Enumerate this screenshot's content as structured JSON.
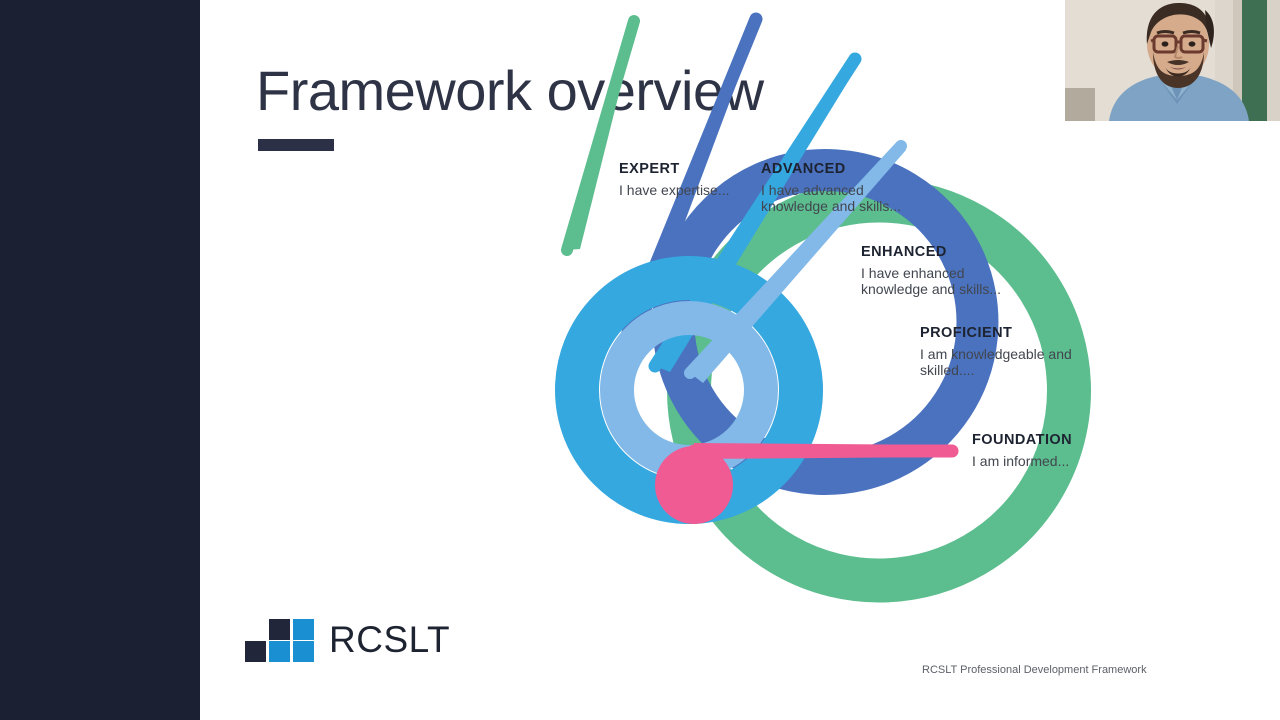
{
  "slide": {
    "title": "Framework overview",
    "footer_caption": "RCSLT Professional Development Framework",
    "background_color": "#ffffff",
    "title_color": "#2e3346",
    "rule_color": "#2b3047"
  },
  "sidebar": {
    "color": "#1c2033"
  },
  "logo": {
    "wordmark": "RCSLT",
    "dark_color": "#22263a",
    "accent_color": "#1a8fd1"
  },
  "diagram": {
    "name": "concentric-competency-spiral",
    "levels": [
      {
        "key": "expert",
        "title": "EXPERT",
        "description": "I have expertise...",
        "color": "#5cbd8e",
        "ring_index": 1
      },
      {
        "key": "advanced",
        "title": "ADVANCED",
        "description": "I have advanced knowledge and skills...",
        "color": "#4a72bf",
        "ring_index": 2
      },
      {
        "key": "enhanced",
        "title": "ENHANCED",
        "description": "I have enhanced knowledge and skills...",
        "color": "#35a8e0",
        "ring_index": 3
      },
      {
        "key": "proficient",
        "title": "PROFICIENT",
        "description": "I am knowledgeable and skilled....",
        "color": "#82b9e8",
        "ring_index": 4
      },
      {
        "key": "foundation",
        "title": "FOUNDATION",
        "description": "I am informed...",
        "color": "#ef5b92",
        "ring_index": 5
      }
    ]
  },
  "webcam": {
    "label": "presenter-video-thumbnail"
  }
}
